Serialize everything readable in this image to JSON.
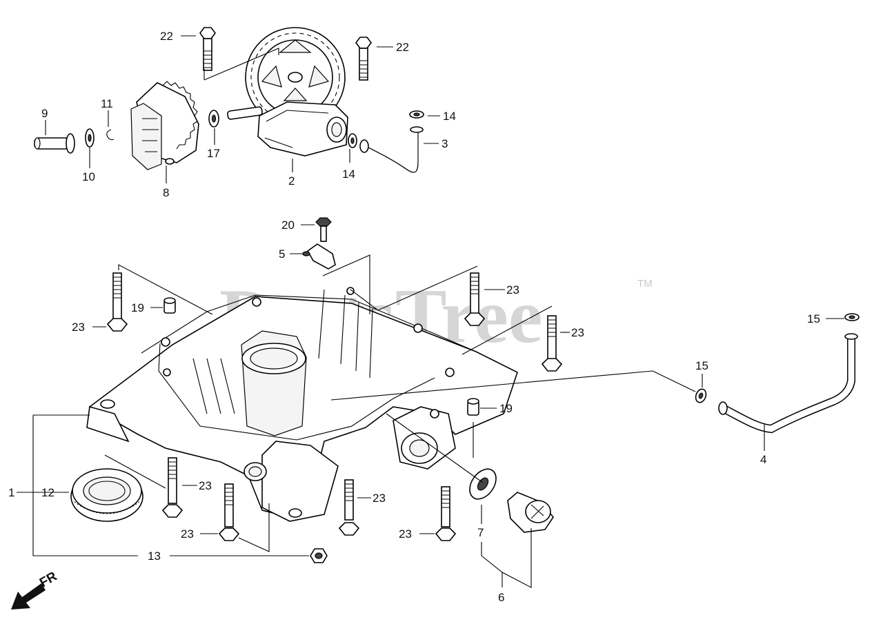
{
  "watermark": {
    "text": "PartsTree",
    "trademark": "TM"
  },
  "orientation": {
    "label": "FR"
  },
  "callouts": [
    {
      "id": "c22a",
      "text": "22"
    },
    {
      "id": "c22b",
      "text": "22"
    },
    {
      "id": "c9",
      "text": "9"
    },
    {
      "id": "c11",
      "text": "11"
    },
    {
      "id": "c10",
      "text": "10"
    },
    {
      "id": "c8",
      "text": "8"
    },
    {
      "id": "c17",
      "text": "17"
    },
    {
      "id": "c2",
      "text": "2"
    },
    {
      "id": "c14a",
      "text": "14"
    },
    {
      "id": "c14b",
      "text": "14"
    },
    {
      "id": "c3",
      "text": "3"
    },
    {
      "id": "c20",
      "text": "20"
    },
    {
      "id": "c5",
      "text": "5"
    },
    {
      "id": "c19a",
      "text": "19"
    },
    {
      "id": "c23a",
      "text": "23"
    },
    {
      "id": "c23b",
      "text": "23"
    },
    {
      "id": "c23c",
      "text": "23"
    },
    {
      "id": "c15a",
      "text": "15"
    },
    {
      "id": "c15b",
      "text": "15"
    },
    {
      "id": "c19b",
      "text": "19"
    },
    {
      "id": "c4",
      "text": "4"
    },
    {
      "id": "c1",
      "text": "1"
    },
    {
      "id": "c12",
      "text": "12"
    },
    {
      "id": "c23d",
      "text": "23"
    },
    {
      "id": "c23e",
      "text": "23"
    },
    {
      "id": "c23f",
      "text": "23"
    },
    {
      "id": "c23g",
      "text": "23"
    },
    {
      "id": "c7",
      "text": "7"
    },
    {
      "id": "c13",
      "text": "13"
    },
    {
      "id": "c6",
      "text": "6"
    }
  ]
}
